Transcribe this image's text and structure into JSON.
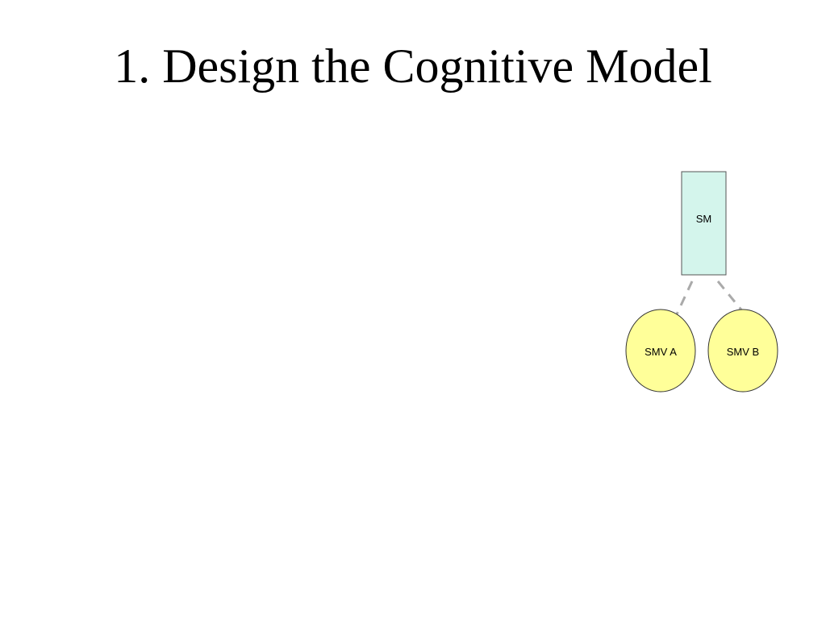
{
  "slide": {
    "title": "1. Design the Cognitive Model"
  },
  "diagram": {
    "nodes": {
      "sm": {
        "label": "SM",
        "fill": "#d4f5ec",
        "stroke": "#555555"
      },
      "smv_a": {
        "label": "SMV A",
        "fill": "#ffff99",
        "stroke": "#333333"
      },
      "smv_b": {
        "label": "SMV B",
        "fill": "#ffff99",
        "stroke": "#333333"
      }
    },
    "edges": [
      {
        "from": "sm",
        "to": "smv_a",
        "style": "dashed",
        "color": "#aaaaaa"
      },
      {
        "from": "sm",
        "to": "smv_b",
        "style": "dashed",
        "color": "#aaaaaa"
      }
    ]
  }
}
